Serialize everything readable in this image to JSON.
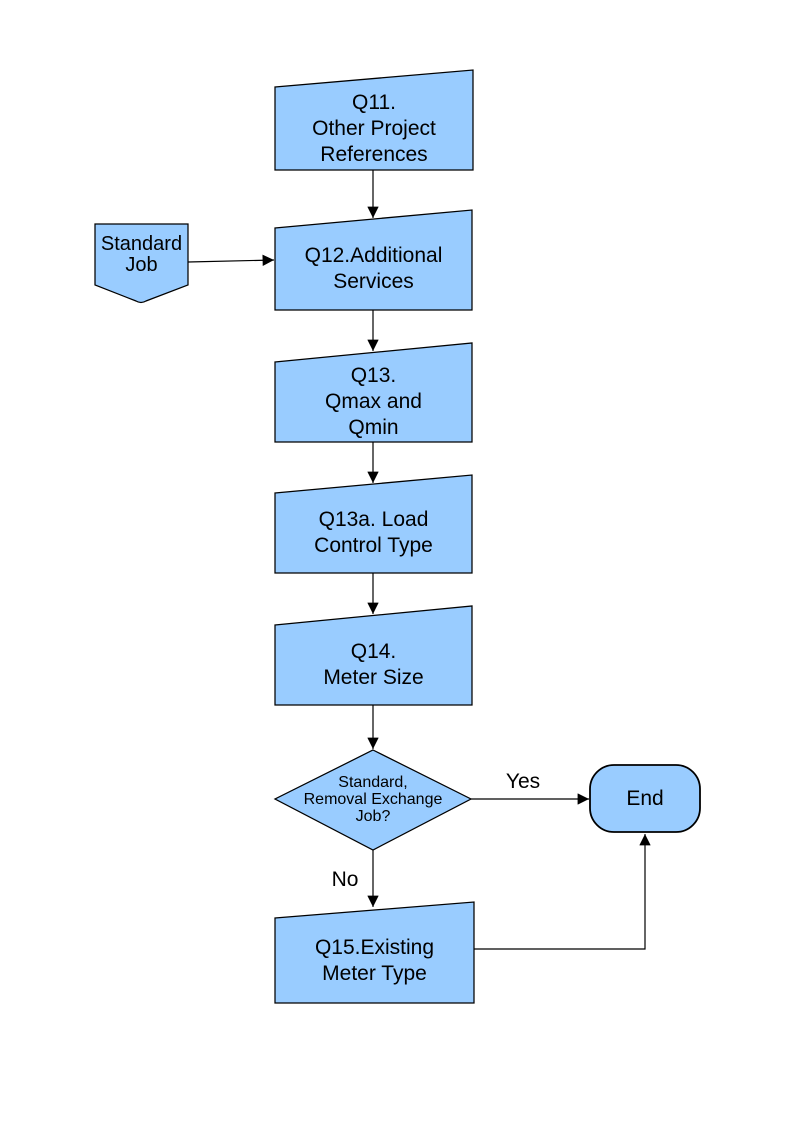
{
  "palette": {
    "background": "#FFFFFF",
    "node_fill": "#99CCFF",
    "node_stroke": "#000000",
    "connector_color": "#000000",
    "text_color": "#000000"
  },
  "nodes": {
    "standard_job": {
      "shape": "off-page-connector",
      "label": "Standard\nJob"
    },
    "q11": {
      "shape": "manual-input",
      "label": "Q11.\nOther Project\nReferences"
    },
    "q12": {
      "shape": "manual-input",
      "label": "Q12.Additional\nServices"
    },
    "q13": {
      "shape": "manual-input",
      "label": "Q13.\nQmax and\nQmin"
    },
    "q13a": {
      "shape": "manual-input",
      "label": "Q13a. Load\nControl Type"
    },
    "q14": {
      "shape": "manual-input",
      "label": "Q14.\nMeter Size"
    },
    "decision": {
      "shape": "decision-diamond",
      "label": "Standard,\nRemoval Exchange\nJob?"
    },
    "end": {
      "shape": "terminator",
      "label": "End"
    },
    "q15": {
      "shape": "manual-input",
      "label": "Q15.Existing\nMeter Type"
    }
  },
  "edge_labels": {
    "yes": "Yes",
    "no": "No"
  }
}
